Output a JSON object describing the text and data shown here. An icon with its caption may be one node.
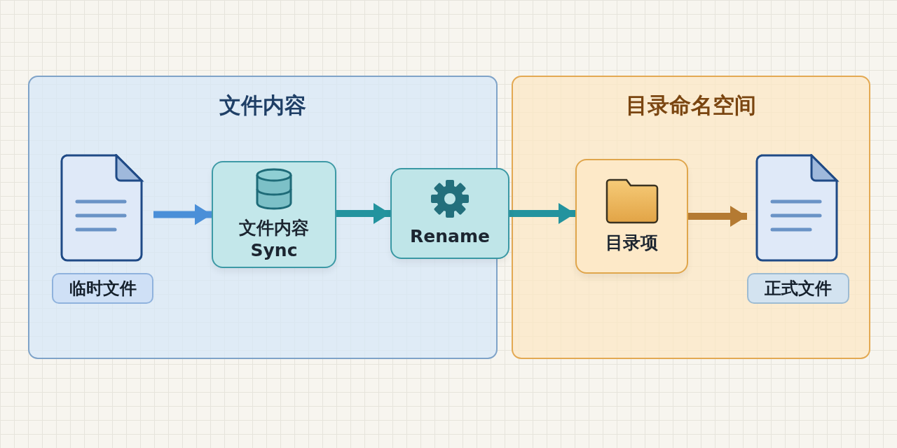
{
  "diagram": {
    "nodes": [
      {
        "text": [
          "文件内容"
        ]
      },
      {
        "text": [
          "临时文件"
        ],
        "in": 0
      },
      {
        "text": [
          "文件内容 Sync"
        ],
        "in": 0
      },
      {
        "text": [
          "Rename"
        ]
      },
      {
        "text": [
          "目录命名空间"
        ]
      },
      {
        "text": [
          "目录项"
        ],
        "in": 4
      },
      {
        "text": [
          "正式文件"
        ],
        "in": 4
      }
    ],
    "edges": [
      {
        "from": 1,
        "to": 2,
        "arrow": "to",
        "color": "#4a8fd8"
      },
      {
        "from": 2,
        "to": 3,
        "arrow": "to"
      },
      {
        "from": 3,
        "to": 5,
        "arrow": "to"
      },
      {
        "from": 5,
        "to": 6,
        "arrow": "to",
        "color": "#b47a32"
      }
    ]
  }
}
